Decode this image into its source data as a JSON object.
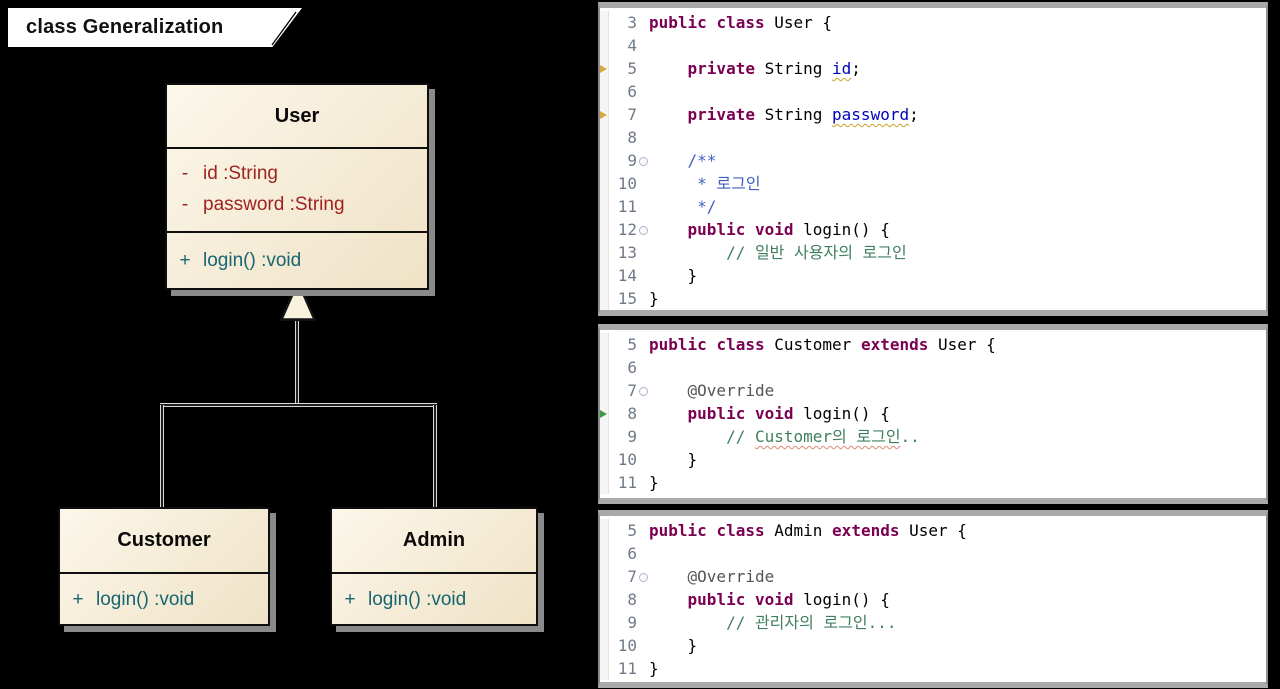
{
  "diagram": {
    "frame_label": "class Generalization",
    "relationship": "generalization",
    "classes": [
      {
        "name": "User",
        "attributes": [
          {
            "visibility": "-",
            "signature": "id :String"
          },
          {
            "visibility": "-",
            "signature": "password :String"
          }
        ],
        "operations": [
          {
            "visibility": "+",
            "signature": "login() :void"
          }
        ]
      },
      {
        "name": "Customer",
        "operations": [
          {
            "visibility": "+",
            "signature": "login() :void"
          }
        ]
      },
      {
        "name": "Admin",
        "operations": [
          {
            "visibility": "+",
            "signature": "login() :void"
          }
        ]
      }
    ],
    "colors": {
      "background": "#000000",
      "class_fill_top": "#FCF7EA",
      "class_fill_bottom": "#EFE2C6",
      "attribute_text": "#9E2222",
      "operation_text": "#166570",
      "shadow": "#8a8a8a"
    }
  },
  "code_colors": {
    "keyword": "#7B0052",
    "javadoc": "#3F5FBF",
    "comment": "#3F7F5F",
    "field": "#0000C0",
    "annotation": "#555555",
    "line_number": "#6F7A87"
  },
  "panels": [
    {
      "lines": [
        {
          "n": "3",
          "t": [
            [
              "kw",
              "public"
            ],
            [
              "p",
              " "
            ],
            [
              "kw",
              "class"
            ],
            [
              "p",
              " User {"
            ]
          ]
        },
        {
          "n": "4",
          "t": []
        },
        {
          "n": "5",
          "m": "warn",
          "t": [
            [
              "p",
              "    "
            ],
            [
              "kw",
              "private"
            ],
            [
              "p",
              " String "
            ],
            [
              "fld",
              "id"
            ],
            [
              "p",
              ";"
            ]
          ]
        },
        {
          "n": "6",
          "t": []
        },
        {
          "n": "7",
          "m": "warn",
          "t": [
            [
              "p",
              "    "
            ],
            [
              "kw",
              "private"
            ],
            [
              "p",
              " String "
            ],
            [
              "fld",
              "password"
            ],
            [
              "p",
              ";"
            ]
          ]
        },
        {
          "n": "8",
          "t": []
        },
        {
          "n": "9",
          "f": 1,
          "t": [
            [
              "doc",
              "    /**"
            ]
          ]
        },
        {
          "n": "10",
          "t": [
            [
              "doc",
              "     * 로그인"
            ]
          ]
        },
        {
          "n": "11",
          "t": [
            [
              "doc",
              "     */"
            ]
          ]
        },
        {
          "n": "12",
          "f": 1,
          "t": [
            [
              "p",
              "    "
            ],
            [
              "kw",
              "public"
            ],
            [
              "p",
              " "
            ],
            [
              "kw",
              "void"
            ],
            [
              "p",
              " login() {"
            ]
          ]
        },
        {
          "n": "13",
          "t": [
            [
              "p",
              "        "
            ],
            [
              "cm",
              "// 일반 사용자의 로그인"
            ]
          ]
        },
        {
          "n": "14",
          "t": [
            [
              "p",
              "    }"
            ]
          ]
        },
        {
          "n": "15",
          "t": [
            [
              "p",
              "}"
            ]
          ]
        }
      ]
    },
    {
      "lines": [
        {
          "n": "5",
          "t": [
            [
              "kw",
              "public"
            ],
            [
              "p",
              " "
            ],
            [
              "kw",
              "class"
            ],
            [
              "p",
              " Customer "
            ],
            [
              "kw",
              "extends"
            ],
            [
              "p",
              " User {"
            ]
          ]
        },
        {
          "n": "6",
          "t": []
        },
        {
          "n": "7",
          "f": 1,
          "t": [
            [
              "ann",
              "    @Override"
            ]
          ]
        },
        {
          "n": "8",
          "m": "ov",
          "t": [
            [
              "p",
              "    "
            ],
            [
              "kw",
              "public"
            ],
            [
              "p",
              " "
            ],
            [
              "kw",
              "void"
            ],
            [
              "p",
              " login() {"
            ]
          ]
        },
        {
          "n": "9",
          "t": [
            [
              "p",
              "        "
            ],
            [
              "cm",
              "// "
            ],
            [
              "sp",
              "Customer의 로그인"
            ],
            [
              "cm",
              ".."
            ]
          ]
        },
        {
          "n": "10",
          "t": [
            [
              "p",
              "    }"
            ]
          ]
        },
        {
          "n": "11",
          "t": [
            [
              "p",
              "}"
            ]
          ]
        }
      ]
    },
    {
      "lines": [
        {
          "n": "5",
          "t": [
            [
              "kw",
              "public"
            ],
            [
              "p",
              " "
            ],
            [
              "kw",
              "class"
            ],
            [
              "p",
              " Admin "
            ],
            [
              "kw",
              "extends"
            ],
            [
              "p",
              " User {"
            ]
          ]
        },
        {
          "n": "6",
          "t": []
        },
        {
          "n": "7",
          "f": 1,
          "t": [
            [
              "ann",
              "    @Override"
            ]
          ]
        },
        {
          "n": "8",
          "t": [
            [
              "p",
              "    "
            ],
            [
              "kw",
              "public"
            ],
            [
              "p",
              " "
            ],
            [
              "kw",
              "void"
            ],
            [
              "p",
              " login() {"
            ]
          ]
        },
        {
          "n": "9",
          "t": [
            [
              "p",
              "        "
            ],
            [
              "cm",
              "// 관리자의 로그인..."
            ]
          ]
        },
        {
          "n": "10",
          "t": [
            [
              "p",
              "    }"
            ]
          ]
        },
        {
          "n": "11",
          "t": [
            [
              "p",
              "}"
            ]
          ]
        }
      ]
    }
  ]
}
